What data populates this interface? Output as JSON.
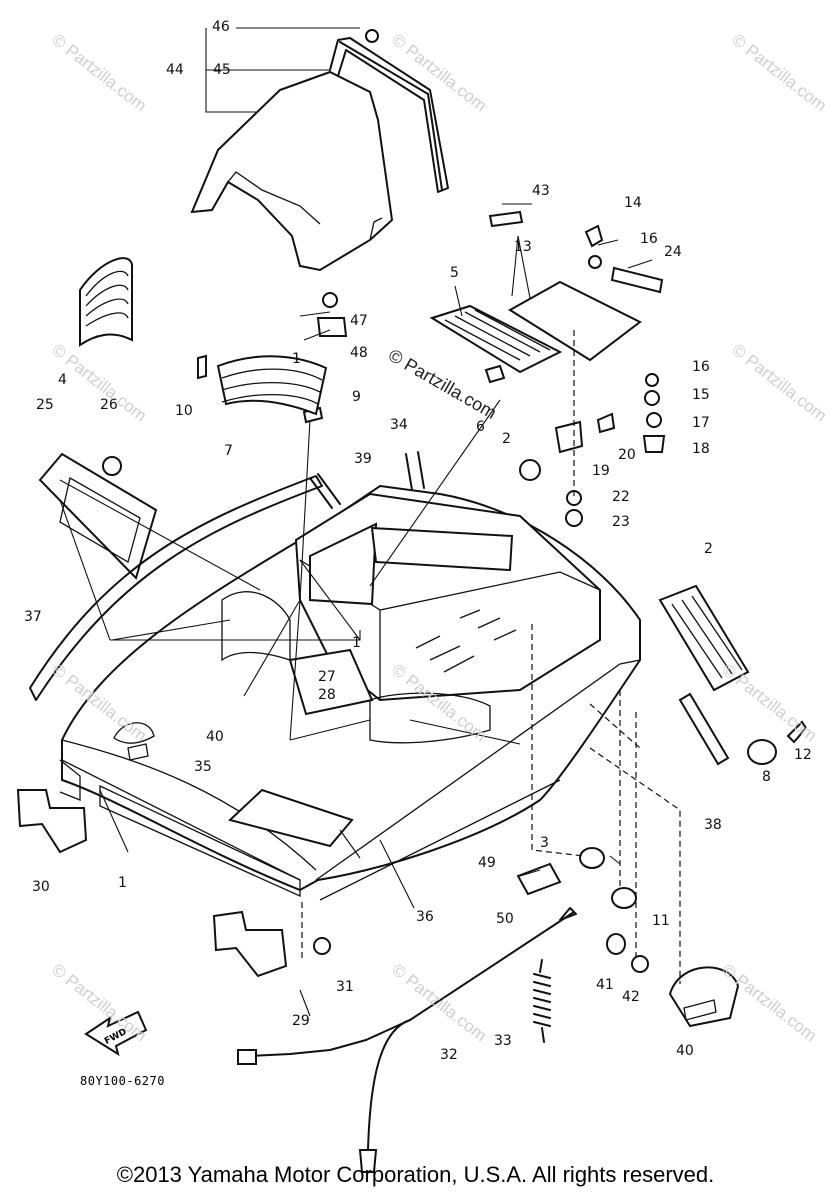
{
  "watermark": "© Partzilla.com",
  "diagram_code": "80Y100-6270",
  "copyright": "©2013  Yamaha Motor Corporation, U.S.A. All rights reserved.",
  "fwd_label": "FWD",
  "callouts": {
    "c46": "46",
    "c44": "44",
    "c45": "45",
    "c43": "43",
    "c14": "14",
    "c16a": "16",
    "c24": "24",
    "c13": "13",
    "c5": "5",
    "c47": "47",
    "c48": "48",
    "c4": "4",
    "c16b": "16",
    "c15": "15",
    "c17": "17",
    "c18": "18",
    "c1a": "1",
    "c10": "10",
    "c9": "9",
    "c7": "7",
    "c6": "6",
    "c2a": "2",
    "c20": "20",
    "c19": "19",
    "c34": "34",
    "c39": "39",
    "c25": "25",
    "c26": "26",
    "c22": "22",
    "c23": "23",
    "c2b": "2",
    "c37": "37",
    "c1b": "1",
    "c27": "27",
    "c28": "28",
    "c40a": "40",
    "c35": "35",
    "c8": "8",
    "c12": "12",
    "c38": "38",
    "c3": "3",
    "c30": "30",
    "c1c": "1",
    "c49": "49",
    "c36": "36",
    "c50": "50",
    "c11": "11",
    "c31": "31",
    "c29": "29",
    "c41": "41",
    "c42": "42",
    "c33": "33",
    "c32": "32",
    "c40b": "40"
  }
}
